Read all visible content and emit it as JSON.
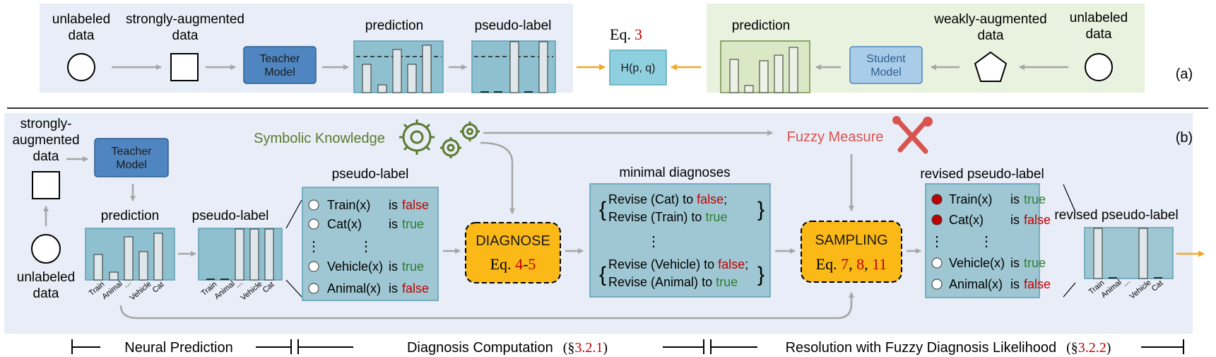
{
  "colors": {
    "panel_blue": "#e8edf7",
    "panel_green": "#e9f1df",
    "teacher_box": "#4f86c1",
    "student_box": "#a9cde9",
    "teal_box": "#8fc0cf",
    "green_chart": "#dbe8c6",
    "diagnose_fill": "#fbb917",
    "orange_arrow": "#f5a623",
    "false_red": "#c00000",
    "true_green": "#2e7d32",
    "fuzzy_red": "#d9534f",
    "knowledge_green": "#5a7a2e"
  },
  "panel_a": {
    "tag": "(a)",
    "left": {
      "unlabeled_1": "unlabeled",
      "unlabeled_2": "data",
      "strong_1": "strongly-augmented",
      "strong_2": "data",
      "teacher_1": "Teacher",
      "teacher_2": "Model",
      "prediction": "prediction",
      "pseudo_label": "pseudo-label"
    },
    "center": {
      "eq_label": "Eq.",
      "eq_num": "3",
      "loss": "H(p, q)"
    },
    "right": {
      "prediction": "prediction",
      "student_1": "Student",
      "student_2": "Model",
      "weak_1": "weakly-augmented",
      "weak_2": "data",
      "unlabeled_1": "unlabeled",
      "unlabeled_2": "data"
    }
  },
  "panel_b": {
    "tag": "(b)",
    "strong_1": "strongly-",
    "strong_2": "augmented",
    "strong_3": "data",
    "teacher_1": "Teacher",
    "teacher_2": "Model",
    "prediction": "prediction",
    "pseudo_label": "pseudo-label",
    "unlabeled_1": "unlabeled",
    "unlabeled_2": "data",
    "categories": [
      "Train",
      "Animal",
      "...",
      "Vehicle",
      "Cat"
    ],
    "symbolic_knowledge": "Symbolic Knowledge",
    "fuzzy_measure": "Fuzzy Measure",
    "pseudo_box_title": "pseudo-label",
    "pseudo_rows": [
      {
        "pred": "Train",
        "arg": "(x)",
        "is": "is",
        "val": "false"
      },
      {
        "pred": "Cat",
        "arg": "(x)",
        "is": "is",
        "val": "true"
      },
      {
        "pred": "Vehicle",
        "arg": "(x)",
        "is": "is",
        "val": "true"
      },
      {
        "pred": "Animal",
        "arg": "(x)",
        "is": "is",
        "val": "false"
      }
    ],
    "diagnose": {
      "title": "DIAGNOSE",
      "eq_label": "Eq.",
      "eq_a": "4",
      "dash": "-",
      "eq_b": "5"
    },
    "minimal_title": "minimal diagnoses",
    "revise_word": "Revise",
    "to_word": "to",
    "minimal_rows": [
      {
        "item": "(Cat)",
        "val": "false",
        "end": ";"
      },
      {
        "item": "(Train)",
        "val": "true",
        "end": ""
      },
      {
        "item": "(Vehicle)",
        "val": "false",
        "end": ";"
      },
      {
        "item": "(Animal)",
        "val": "true",
        "end": ""
      }
    ],
    "sampling": {
      "title": "SAMPLING",
      "eq_label": "Eq.",
      "eq_a": "7",
      "c1": ",",
      "eq_b": "8",
      "c2": ",",
      "eq_c": "11"
    },
    "revised_title": "revised pseudo-label",
    "revised_rows": [
      {
        "pred": "Train",
        "arg": "(x)",
        "is": "is",
        "val": "true"
      },
      {
        "pred": "Cat",
        "arg": "(x)",
        "is": "is",
        "val": "false"
      },
      {
        "pred": "Vehicle",
        "arg": "(x)",
        "is": "is",
        "val": "true"
      },
      {
        "pred": "Animal",
        "arg": "(x)",
        "is": "is",
        "val": "false"
      }
    ],
    "revised_chart_title": "revised pseudo-label",
    "ellipsis": "⋮"
  },
  "footer": {
    "neural": "Neural Prediction",
    "diagnosis": "Diagnosis Computation",
    "diagnosis_ref_open": "(§",
    "diagnosis_ref_num": "3.2.1",
    "diagnosis_ref_close": ")",
    "resolution": "Resolution with Fuzzy Diagnosis Likelihood",
    "resolution_ref_open": "(§",
    "resolution_ref_num": "3.2.2",
    "resolution_ref_close": ")"
  }
}
